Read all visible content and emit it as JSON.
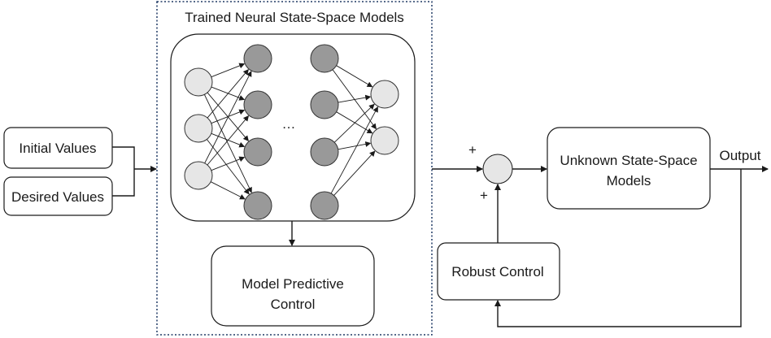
{
  "title": "Trained Neural State-Space Models",
  "blocks": {
    "initial_values": "Initial Values",
    "desired_values": "Desired Values",
    "mpc_line1": "Model Predictive",
    "mpc_line2": "Control",
    "unknown_line1": "Unknown State-Space",
    "unknown_line2": "Models",
    "robust": "Robust Control"
  },
  "labels": {
    "output": "Output",
    "plus_top": "+",
    "plus_bottom": "+",
    "ellipsis": "…"
  },
  "colors": {
    "input_node": "#e6e6e6",
    "hidden_node": "#999999",
    "output_node": "#e6e6e6",
    "sum_node": "#e6e6e6",
    "dotted_border": "#1f3864"
  },
  "network": {
    "input_nodes": 3,
    "hidden_layers": 2,
    "hidden_nodes_per_layer": 4,
    "output_nodes": 2
  }
}
